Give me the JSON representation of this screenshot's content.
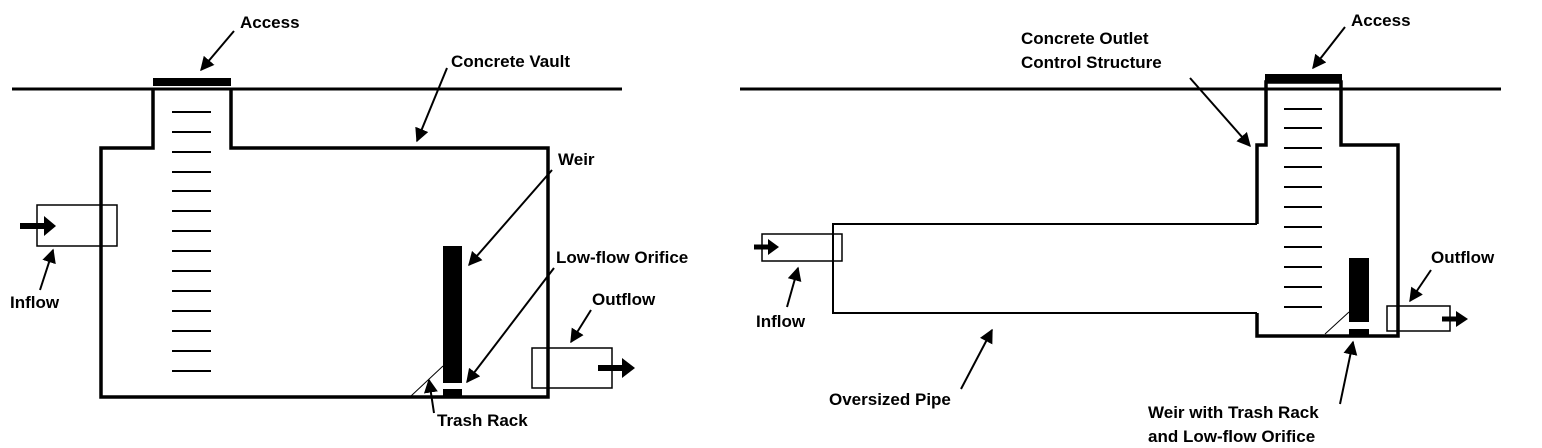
{
  "left_diagram": {
    "labels": {
      "access": "Access",
      "concrete_vault": "Concrete Vault",
      "weir": "Weir",
      "low_flow_orifice": "Low-flow Orifice",
      "outflow": "Outflow",
      "inflow": "Inflow",
      "trash_rack": "Trash Rack"
    }
  },
  "right_diagram": {
    "labels": {
      "access": "Access",
      "concrete_outlet_line1": "Concrete Outlet",
      "concrete_outlet_line2": "Control Structure",
      "outflow": "Outflow",
      "inflow": "Inflow",
      "oversized_pipe": "Oversized Pipe",
      "weir_line1": "Weir with Trash Rack",
      "weir_line2": "and Low-flow Orifice"
    }
  },
  "colors": {
    "line": "#000000",
    "background": "#ffffff"
  }
}
